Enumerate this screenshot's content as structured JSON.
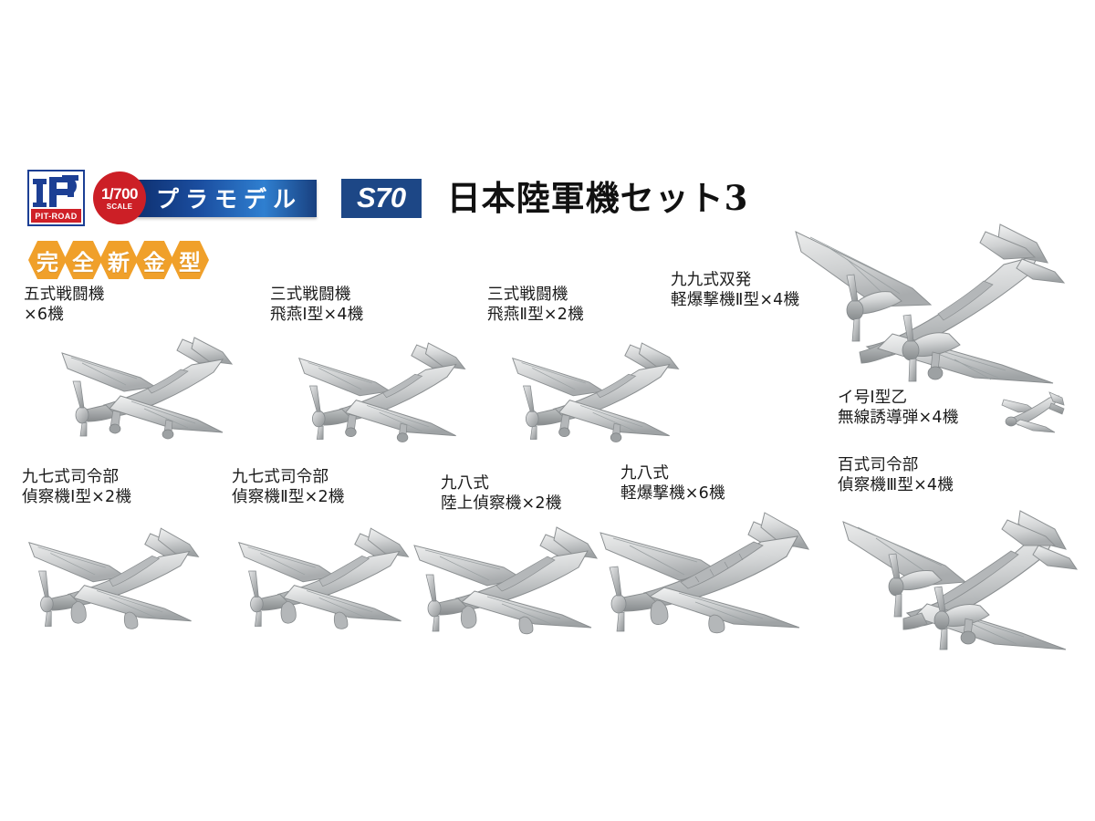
{
  "header": {
    "brand_logo": "PIT-ROAD",
    "brand_mark": "PIT",
    "scale_top": "1/700",
    "scale_bottom": "SCALE",
    "kit_type": "プラモデル",
    "product_code": "S70",
    "title": "日本陸軍機セット3",
    "new_mold": [
      "完",
      "全",
      "新",
      "金",
      "型"
    ]
  },
  "colors": {
    "logo_blue": "#1c3f94",
    "logo_red": "#cf2027",
    "scale_red": "#cc1f26",
    "bar_blue": "#1b4ea0",
    "code_blue": "#1d4786",
    "badge_orange": "#f0a02a",
    "text_black": "#1a1a1a",
    "background": "#ffffff",
    "model_grey": "#c9cbcc"
  },
  "items": [
    {
      "id": "ki100",
      "name_line1": "五式戦闘機",
      "name_line2": "×6機",
      "caption": "五式戦闘機\n×6機",
      "type": "single-engine-fighter",
      "quantity": 6
    },
    {
      "id": "ki61-i",
      "name_line1": "三式戦闘機",
      "name_line2": "飛燕Ⅰ型×4機",
      "caption": "三式戦闘機\n飛燕Ⅰ型×4機",
      "type": "single-engine-fighter",
      "quantity": 4
    },
    {
      "id": "ki61-ii",
      "name_line1": "三式戦闘機",
      "name_line2": "飛燕Ⅱ型×2機",
      "caption": "三式戦闘機\n飛燕Ⅱ型×2機",
      "type": "single-engine-fighter",
      "quantity": 2
    },
    {
      "id": "ki48-ii",
      "name_line1": "九九式双発",
      "name_line2": "軽爆撃機Ⅱ型×4機",
      "caption": "九九式双発\n軽爆撃機Ⅱ型×4機",
      "type": "twin-engine-bomber",
      "quantity": 4
    },
    {
      "id": "igo-1b",
      "name_line1": "イ号Ⅰ型乙",
      "name_line2": "無線誘導弾×4機",
      "caption": "イ号Ⅰ型乙\n無線誘導弾×4機",
      "type": "guided-missile",
      "quantity": 4
    },
    {
      "id": "ki15-i",
      "name_line1": "九七式司令部",
      "name_line2": "偵察機Ⅰ型×2機",
      "caption": "九七式司令部\n偵察機Ⅰ型×2機",
      "type": "single-engine-recon",
      "quantity": 2
    },
    {
      "id": "ki15-ii",
      "name_line1": "九七式司令部",
      "name_line2": "偵察機Ⅱ型×2機",
      "caption": "九七式司令部\n偵察機Ⅱ型×2機",
      "type": "single-engine-recon",
      "quantity": 2
    },
    {
      "id": "ki36",
      "name_line1": "九八式",
      "name_line2": "陸上偵察機×2機",
      "caption": "九八式\n陸上偵察機×2機",
      "type": "single-engine-recon",
      "quantity": 2
    },
    {
      "id": "ki32",
      "name_line1": "九八式",
      "name_line2": "軽爆撃機×6機",
      "caption": "九八式\n軽爆撃機×6機",
      "type": "single-engine-bomber",
      "quantity": 6
    },
    {
      "id": "ki46-iii",
      "name_line1": "百式司令部",
      "name_line2": "偵察機Ⅲ型×4機",
      "caption": "百式司令部\n偵察機Ⅲ型×4機",
      "type": "twin-engine-recon",
      "quantity": 4
    }
  ]
}
